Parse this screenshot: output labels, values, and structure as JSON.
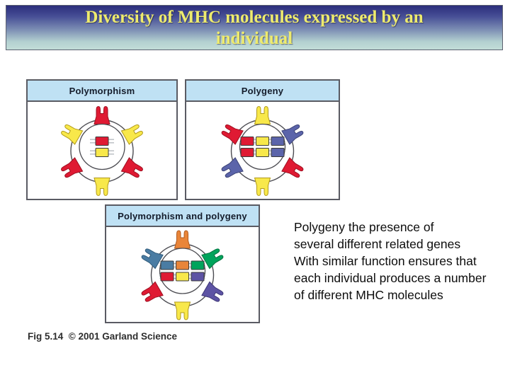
{
  "title": {
    "line1": "Diversity of MHC molecules expressed by an",
    "line2": "individual"
  },
  "note": {
    "lines": [
      "Polygeny the presence of",
      "several different related genes",
      "With similar function ensures that",
      "each individual produces a number",
      "of different MHC molecules"
    ]
  },
  "caption": "Fig 5.14  © 2001 Garland Science",
  "palette": {
    "red": {
      "fill": "#df1a33",
      "stroke": "#9e0f20"
    },
    "yellow": {
      "fill": "#f8e84a",
      "stroke": "#b19a1a"
    },
    "blue": {
      "fill": "#5b64aa",
      "stroke": "#3c4377"
    },
    "steelblue": {
      "fill": "#4a7ca3",
      "stroke": "#2f5a7a"
    },
    "orange": {
      "fill": "#e98539",
      "stroke": "#b05a1f"
    },
    "green": {
      "fill": "#00a45c",
      "stroke": "#00713e"
    },
    "purple": {
      "fill": "#5d53a4",
      "stroke": "#3e3776"
    }
  },
  "colors": {
    "banner_top": "#2c2e7c",
    "banner_bottom": "#c2ddd8",
    "title_text": "#eeeb6d",
    "panel_header_bg": "#bfe1f4",
    "panel_border": "#5a5b63",
    "membrane_stroke": "#4c4c52",
    "gene_line": "#9aa0a6"
  },
  "panels": [
    {
      "id": "polymorphism",
      "label": "Polymorphism",
      "gene_rows": [
        [
          "red"
        ],
        [
          "yellow"
        ]
      ],
      "receptors": [
        "red",
        "yellow",
        "red",
        "yellow",
        "red",
        "yellow"
      ]
    },
    {
      "id": "polygeny",
      "label": "Polygeny",
      "gene_rows": [
        [
          "red",
          "yellow",
          "blue"
        ],
        [
          "red",
          "yellow",
          "blue"
        ]
      ],
      "receptors": [
        "yellow",
        "blue",
        "red",
        "yellow",
        "blue",
        "red"
      ]
    },
    {
      "id": "polymorphism-and-polygeny",
      "label": "Polymorphism and polygeny",
      "gene_rows": [
        [
          "steelblue",
          "orange",
          "green"
        ],
        [
          "red",
          "yellow",
          "purple"
        ]
      ],
      "receptors": [
        "orange",
        "green",
        "purple",
        "yellow",
        "red",
        "steelblue"
      ]
    }
  ]
}
